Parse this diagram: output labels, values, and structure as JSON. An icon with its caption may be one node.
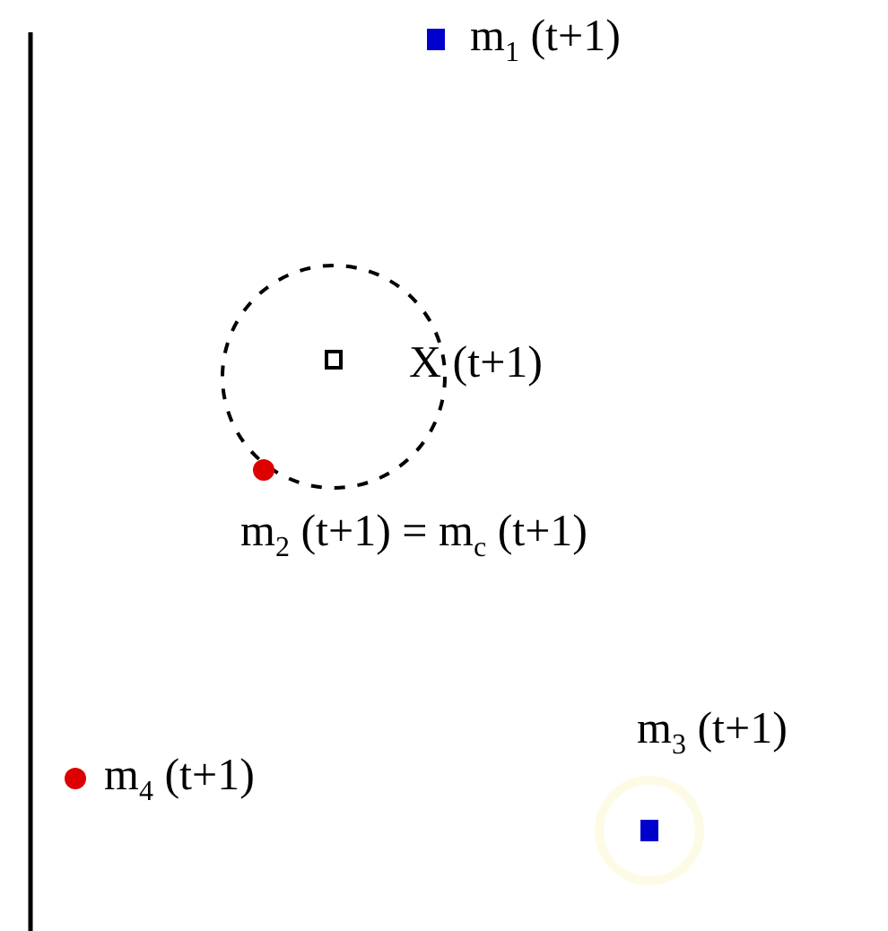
{
  "diagram": {
    "labels": [
      "m$_{1}$ (t+1)",
      "X (t+1)",
      "m$_{2}$ (t+1) = m$_{c}$ (t+1)",
      "m$_{3}$ (t+1)",
      "m$_{4}$ (t+1)"
    ]
  }
}
